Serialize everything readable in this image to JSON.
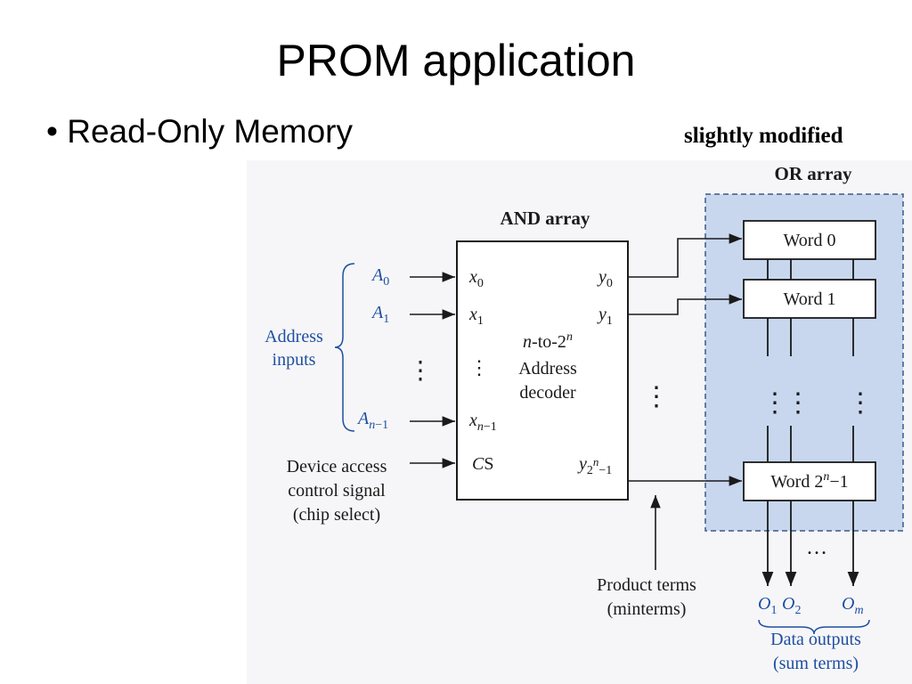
{
  "slide": {
    "title": "PROM application",
    "bullet_marker": "•",
    "bullet_text": "Read-Only Memory",
    "note": "slightly modified"
  },
  "figure": {
    "and_array_label": "AND array",
    "or_array_label": "OR array",
    "address_inputs_label": [
      "Address",
      "inputs"
    ],
    "inputs": [
      "A0",
      "A1",
      "An−1"
    ],
    "decoder_inputs": [
      "x0",
      "x1",
      "xn−1",
      "CS"
    ],
    "decoder_outputs": [
      "y0",
      "y1",
      "y2^n−1"
    ],
    "decoder_text": [
      "n-to-2^n",
      "Address",
      "decoder"
    ],
    "device_access_label": [
      "Device access",
      "control signal",
      "(chip select)"
    ],
    "product_terms_label": [
      "Product terms",
      "(minterms)"
    ],
    "words": [
      "Word 0",
      "Word 1",
      "Word 2^n−1"
    ],
    "outputs": [
      "O1",
      "O2",
      "Om"
    ],
    "data_outputs_label": [
      "Data outputs",
      "(sum terms)"
    ],
    "ellipsis": "…",
    "colors": {
      "label_blue": "#1f4fa0",
      "or_fill": "#c8d7ee",
      "or_border": "#3a5a8a",
      "page_bg": "#ffffff",
      "photo_bg": "#f6f6f8",
      "ink": "#1a1a1a"
    }
  }
}
